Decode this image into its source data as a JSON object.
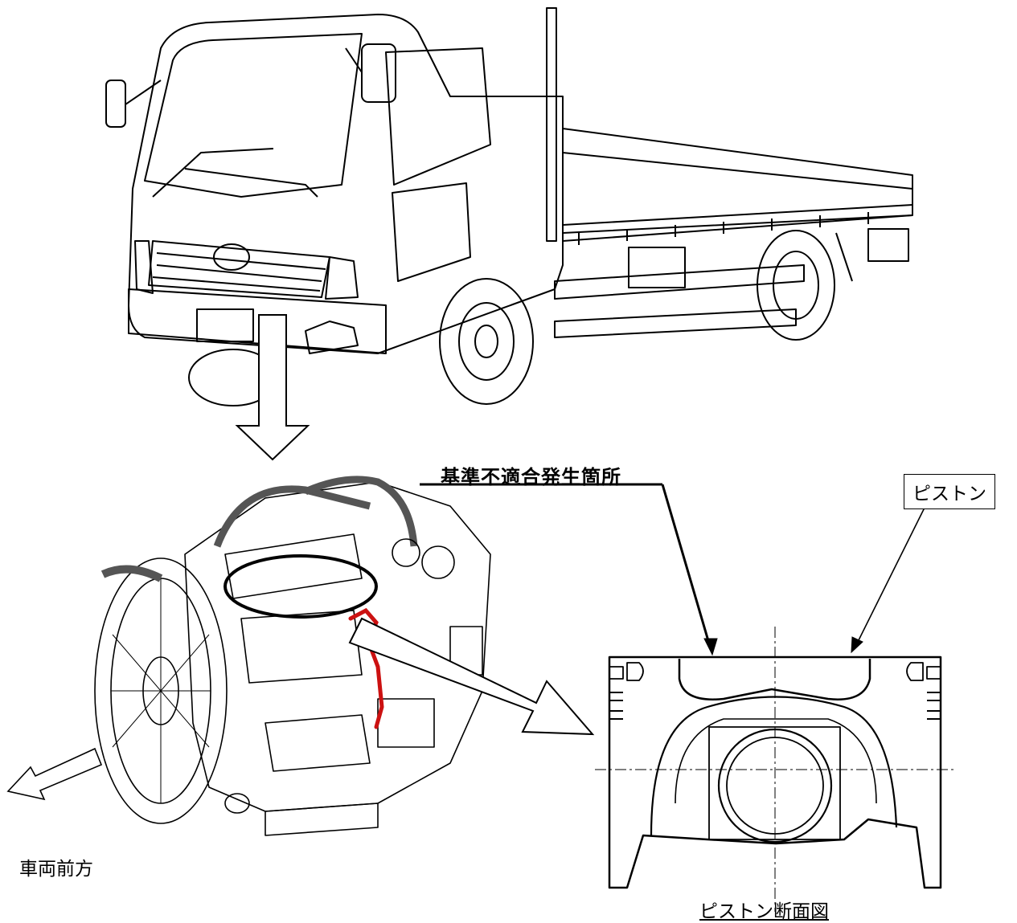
{
  "labels": {
    "defect_location": "基準不適合発生箇所",
    "piston": "ピストン",
    "vehicle_front": "車両前方",
    "piston_section": "ピストン断面図"
  },
  "colors": {
    "line": "#000000",
    "highlight": "#cc1111",
    "background": "#ffffff"
  }
}
